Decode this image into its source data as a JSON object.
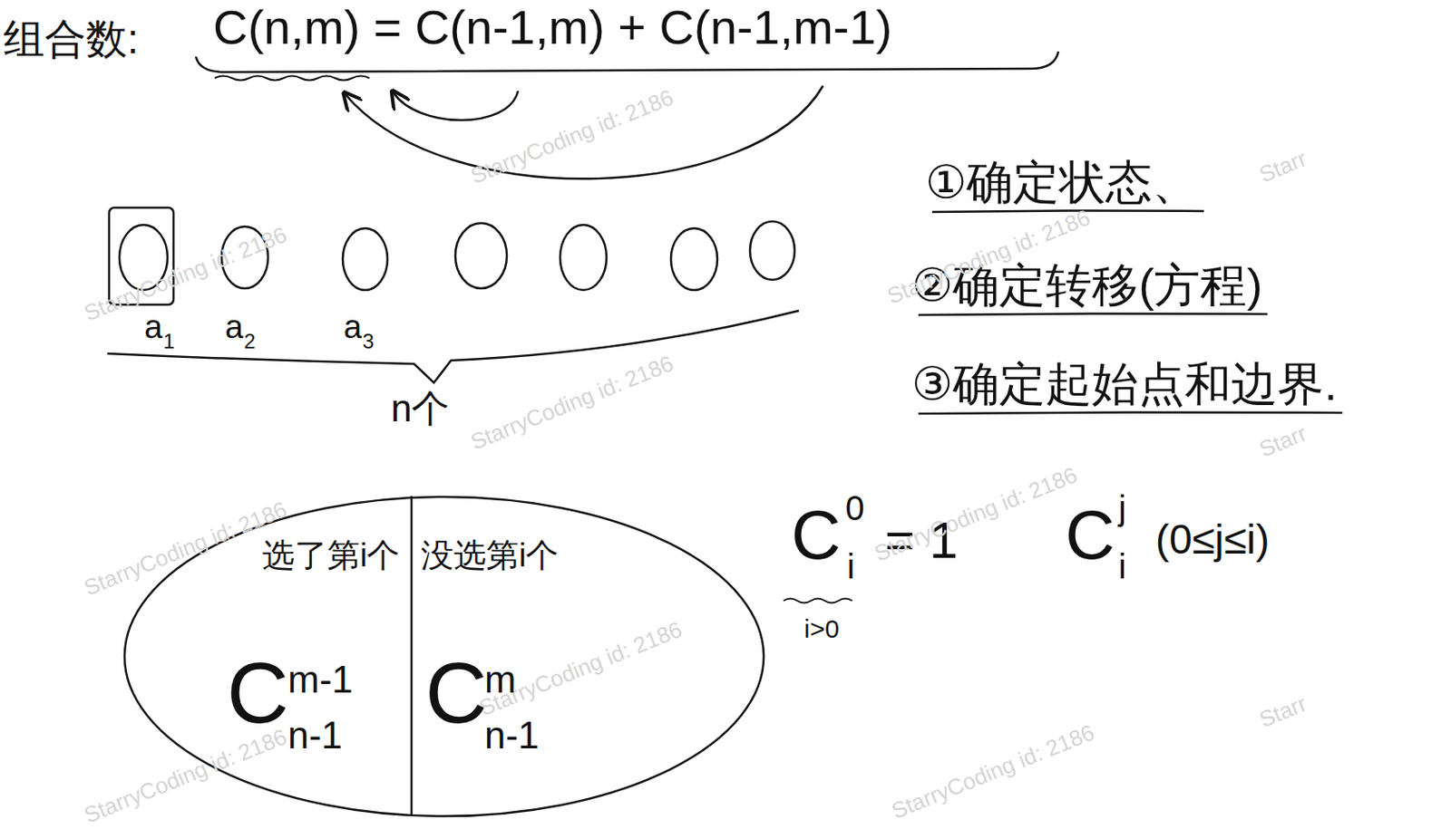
{
  "diagram": {
    "nodes": [
      {
        "text": [
          "选了第i个",
          "C",
          "m-1",
          "n-1"
        ]
      },
      {
        "text": [
          "没选第i个",
          "C",
          "m",
          "n-1"
        ]
      }
    ],
    "labels": [
      "组合数:",
      "C(n,m) = C(n-1,m) + C(n-1,m-1)",
      "①确定状态、",
      "②确定转移(方程)",
      "③确定起始点和边界.",
      "a",
      "1",
      "a",
      "2",
      "a",
      "3",
      "n个",
      "C",
      "0",
      "i",
      "= 1",
      "i>0",
      "C",
      "j",
      "i",
      "(0≤j≤i)",
      "StarryCoding id: 2186",
      "StarryCoding id: 2186",
      "StarryCoding id: 2186",
      "StarryCoding id: 2186",
      "StarryCoding id: 2186",
      "StarryCoding id: 2186",
      "StarryCoding id: 2186",
      "StarryCoding id: 2186",
      "StarryCoding id: 2186",
      "Starr",
      "Starr",
      "Starr"
    ]
  }
}
